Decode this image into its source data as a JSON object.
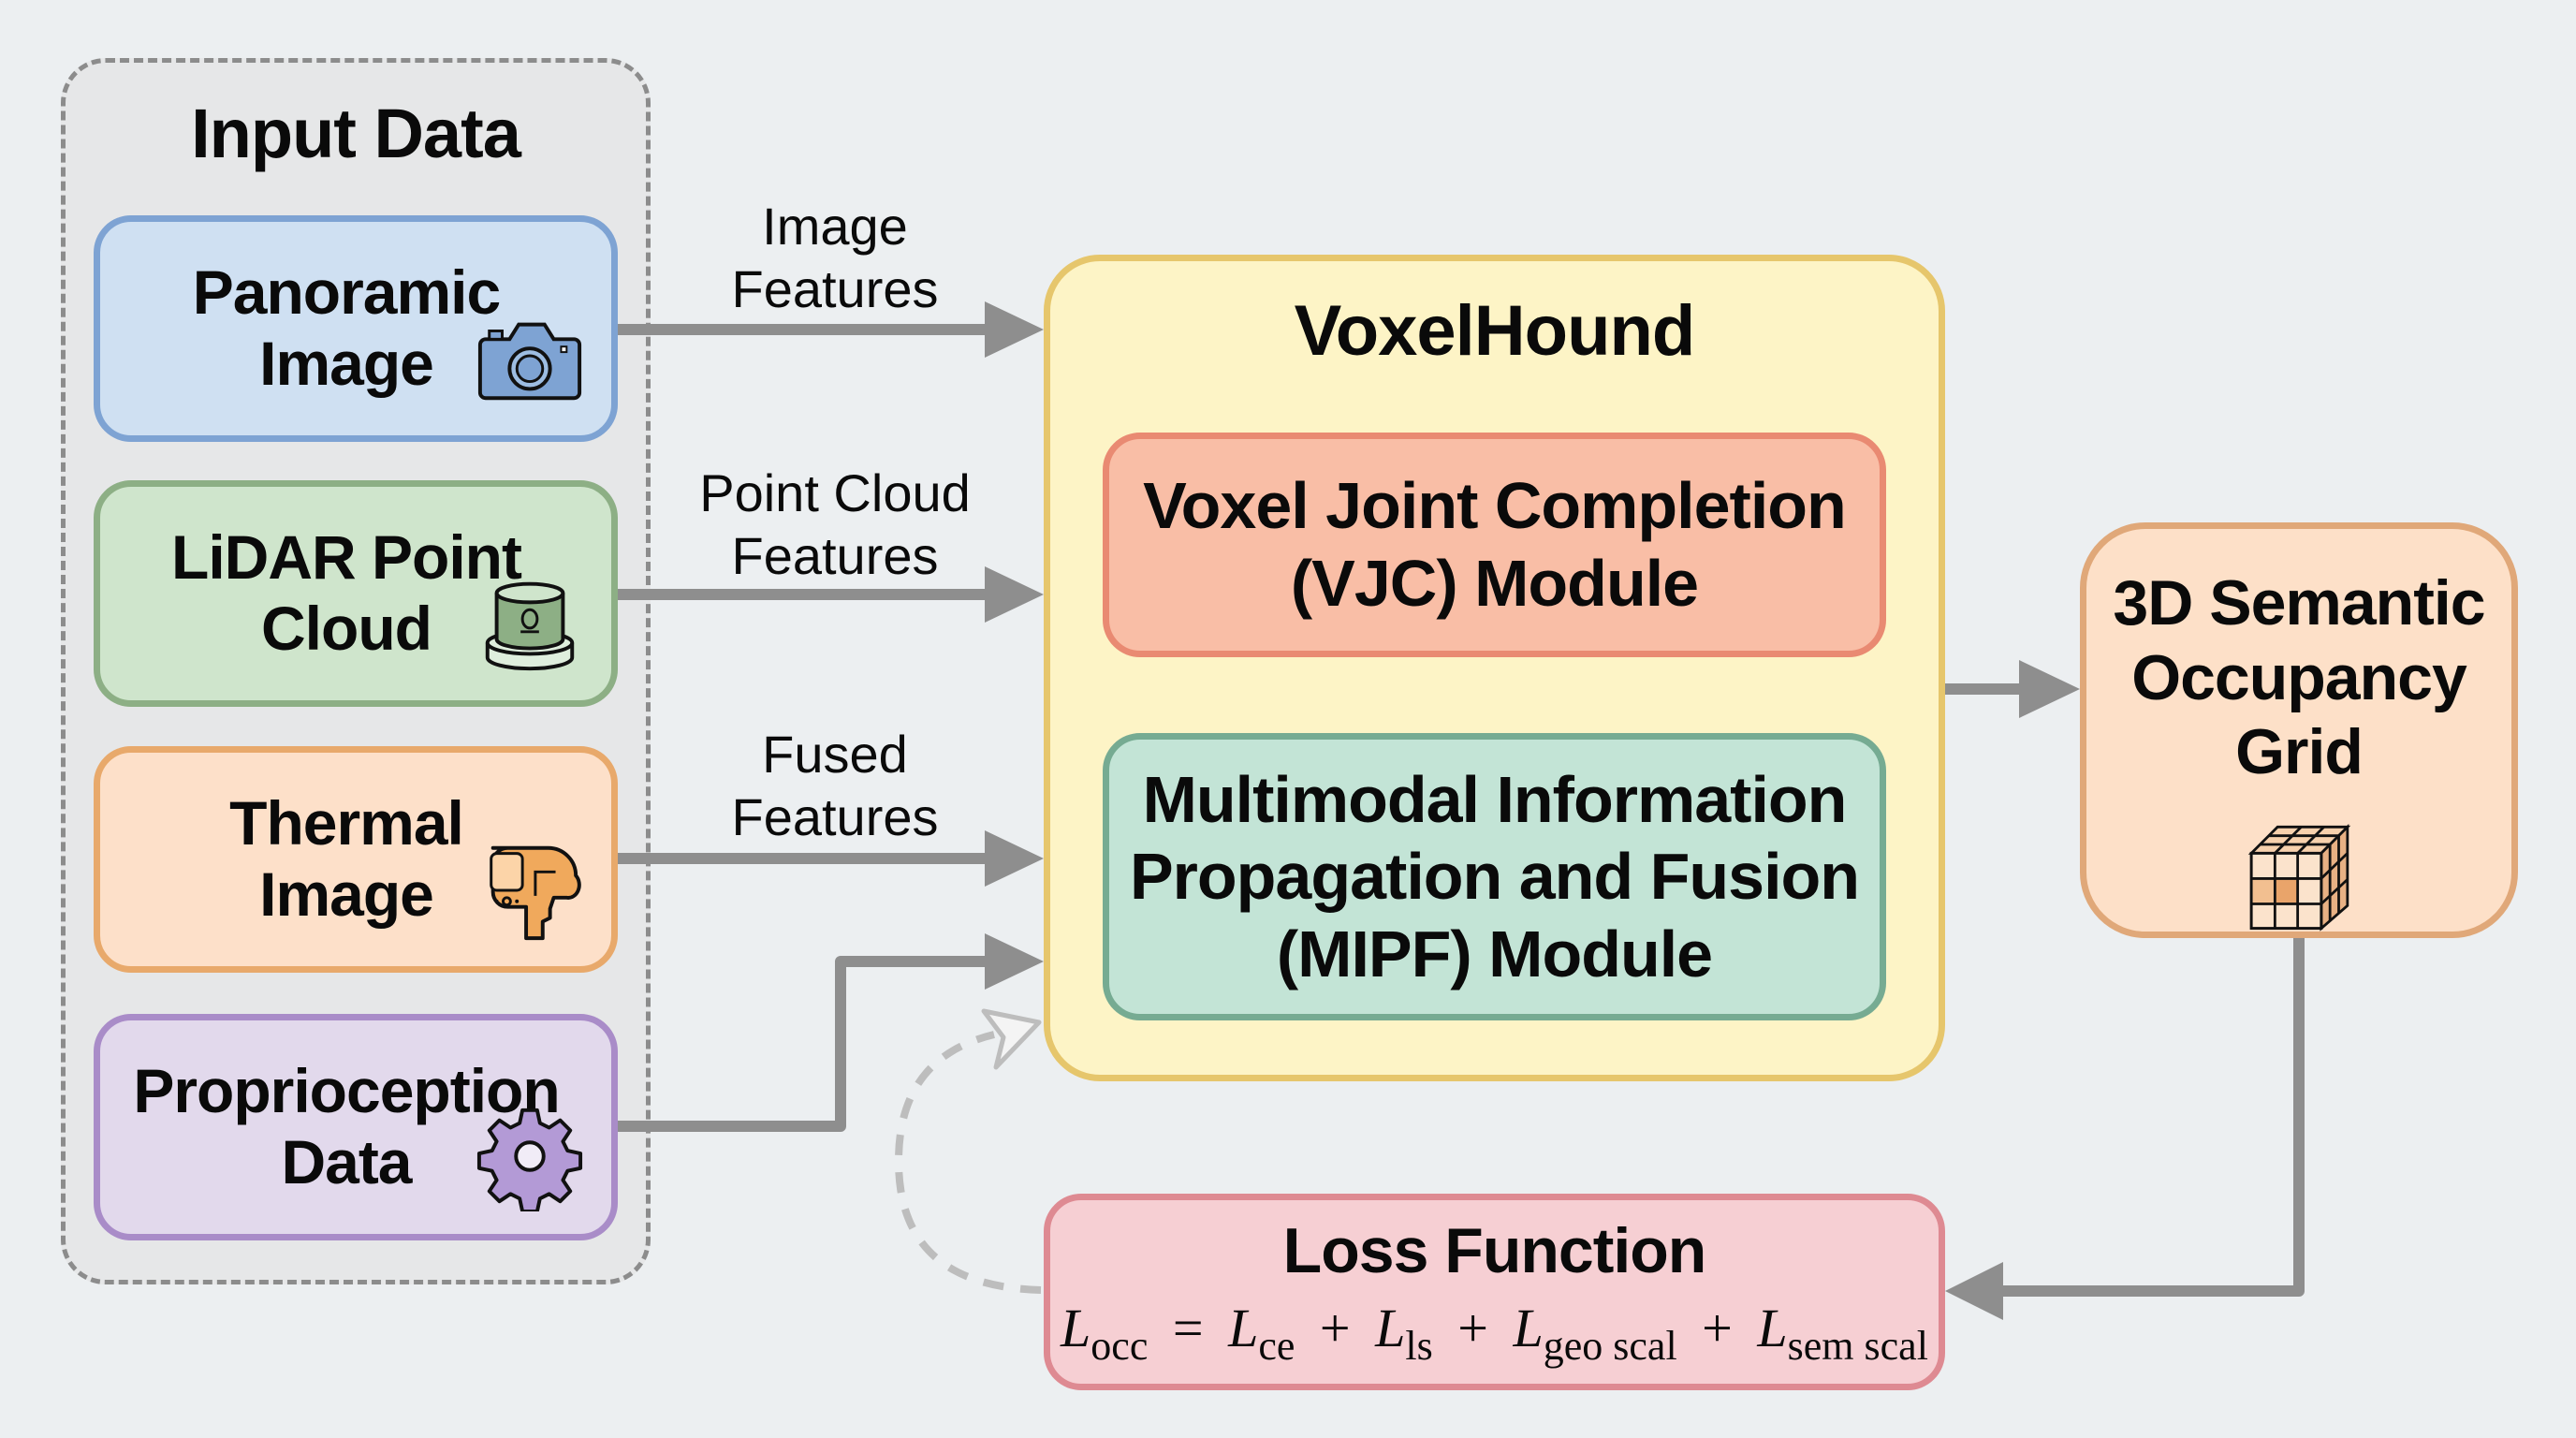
{
  "input_group": {
    "title": "Input Data",
    "items": [
      {
        "label": "Panoramic\nImage",
        "icon": "camera-icon"
      },
      {
        "label": "LiDAR Point\nCloud",
        "icon": "lidar-sensor-icon"
      },
      {
        "label": "Thermal\nImage",
        "icon": "thermal-camera-icon"
      },
      {
        "label": "Proprioception\nData",
        "icon": "gear-icon"
      }
    ]
  },
  "edges": {
    "image_features": "Image\nFeatures",
    "point_cloud_features": "Point Cloud\nFeatures",
    "fused_features": "Fused\nFeatures"
  },
  "main": {
    "title": "VoxelHound",
    "modules": [
      {
        "label": "Voxel Joint Completion\n(VJC) Module"
      },
      {
        "label": "Multimodal Information\nPropagation and Fusion\n(MIPF) Module"
      }
    ]
  },
  "output": {
    "label": "3D Semantic\nOccupancy\nGrid",
    "icon": "voxel-grid-icon"
  },
  "loss": {
    "title": "Loss Function",
    "formula": {
      "lhs": {
        "sym": "L",
        "sub": "occ"
      },
      "eq": "=",
      "terms": [
        {
          "sym": "L",
          "sub": "ce"
        },
        {
          "sym": "L",
          "sub": "ls"
        },
        {
          "sym": "L",
          "sub": "geo scal"
        },
        {
          "sym": "L",
          "sub": "sem scal"
        }
      ],
      "plus": "+"
    }
  },
  "colors": {
    "background": "#eceff1",
    "arrow": "#8e8e8e",
    "panoramic": "#cfe0f2",
    "lidar": "#cfe5cc",
    "thermal": "#fde0c9",
    "proprioception": "#e2d9ec",
    "voxelhound": "#fdf4c6",
    "vjc": "#f9bea6",
    "mipf": "#c3e4d6",
    "occupancy": "#fde0c8",
    "loss": "#f6cfd3"
  }
}
